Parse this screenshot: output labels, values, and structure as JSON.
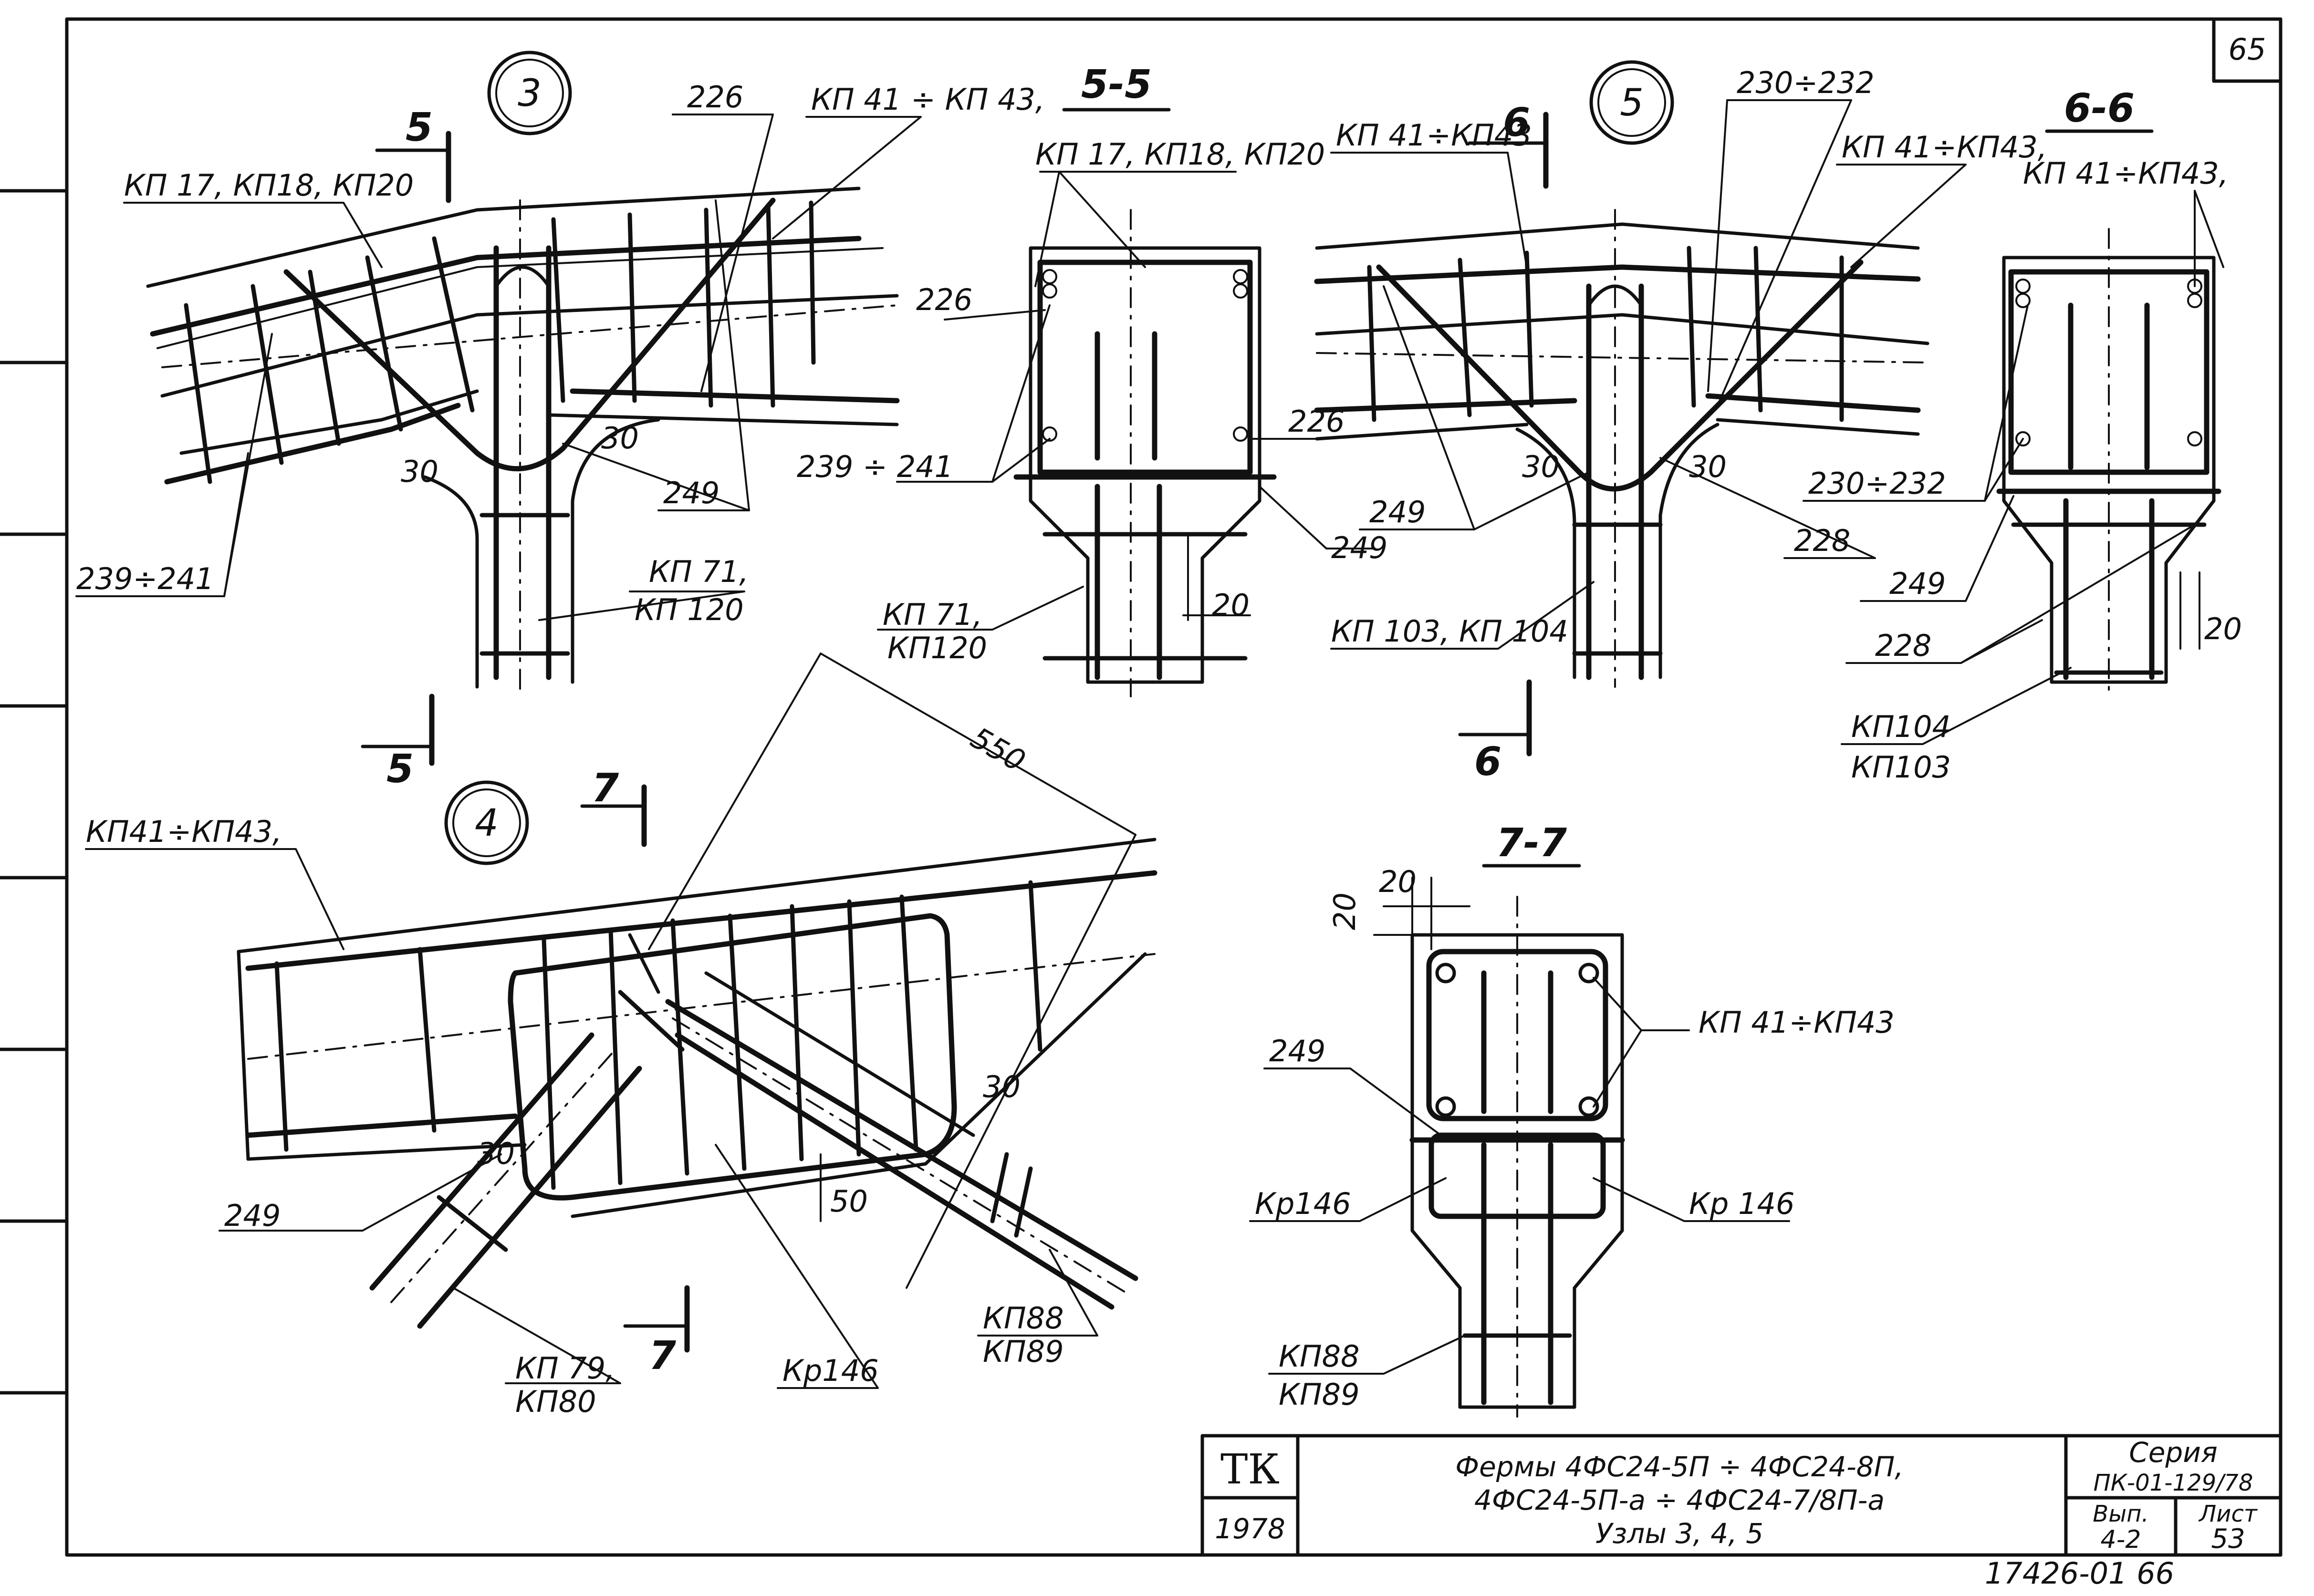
{
  "sheet": {
    "page_number_top": "65",
    "bottom_code": "17426-01  66"
  },
  "views": {
    "node3": {
      "node_number": "3",
      "section_mark": "5",
      "labels": {
        "a": "КП 17, КП18, КП20",
        "b": "226",
        "c": "КП 41 ÷ КП 43,",
        "d": "239÷241",
        "e": "249",
        "f": "КП 71,",
        "g": "КП 120",
        "dim_left": "30",
        "dim_right": "30"
      }
    },
    "sec55": {
      "title": "5-5",
      "labels": {
        "a": "КП 17, КП18, КП20",
        "b": "226",
        "c": "239 ÷ 241",
        "d": "226",
        "e": "249",
        "f": "КП 71,",
        "g": "КП120",
        "dim": "20"
      }
    },
    "node5": {
      "node_number": "5",
      "section_mark": "6",
      "labels": {
        "a": "КП 41÷КП43",
        "b": "230÷232",
        "c": "КП 41÷КП43,",
        "d": "249",
        "e": "228",
        "f": "КП 103, КП 104",
        "dim_left": "30",
        "dim_right": "30"
      }
    },
    "sec66": {
      "title": "6-6",
      "labels": {
        "a": "КП 41÷КП43,",
        "b": "230÷232",
        "c": "249",
        "d": "228",
        "e": "КП104",
        "f": "КП103",
        "dim": "20"
      }
    },
    "node4": {
      "node_number": "4",
      "section_mark": "7",
      "labels": {
        "a": "КП41÷КП43,",
        "b": "550",
        "c": "249",
        "d": "30",
        "e": "30",
        "f": "50",
        "g": "КП 79,",
        "h": "КП80",
        "i": "Кр146",
        "j": "КП88",
        "k": "КП89"
      }
    },
    "sec77": {
      "title": "7-7",
      "labels": {
        "a": "20",
        "b": "20",
        "c": "КП 41÷КП43",
        "d": "249",
        "e": "Кр146",
        "f": "Кр 146",
        "g": "КП88",
        "h": "КП89"
      }
    }
  },
  "title_block": {
    "stamp": "ТК",
    "year": "1978",
    "title_line1": "Фермы 4ФС24-5П ÷ 4ФС24-8П,",
    "title_line2": "4ФС24-5П-а ÷ 4ФС24-7/8П-а",
    "title_line3": "Узлы 3, 4, 5",
    "series_label": "Серия",
    "series_value": "ПК-01-129/78",
    "issue_label": "Вып.",
    "issue_value": "4-2",
    "sheet_label": "Лист",
    "sheet_value": "53"
  }
}
